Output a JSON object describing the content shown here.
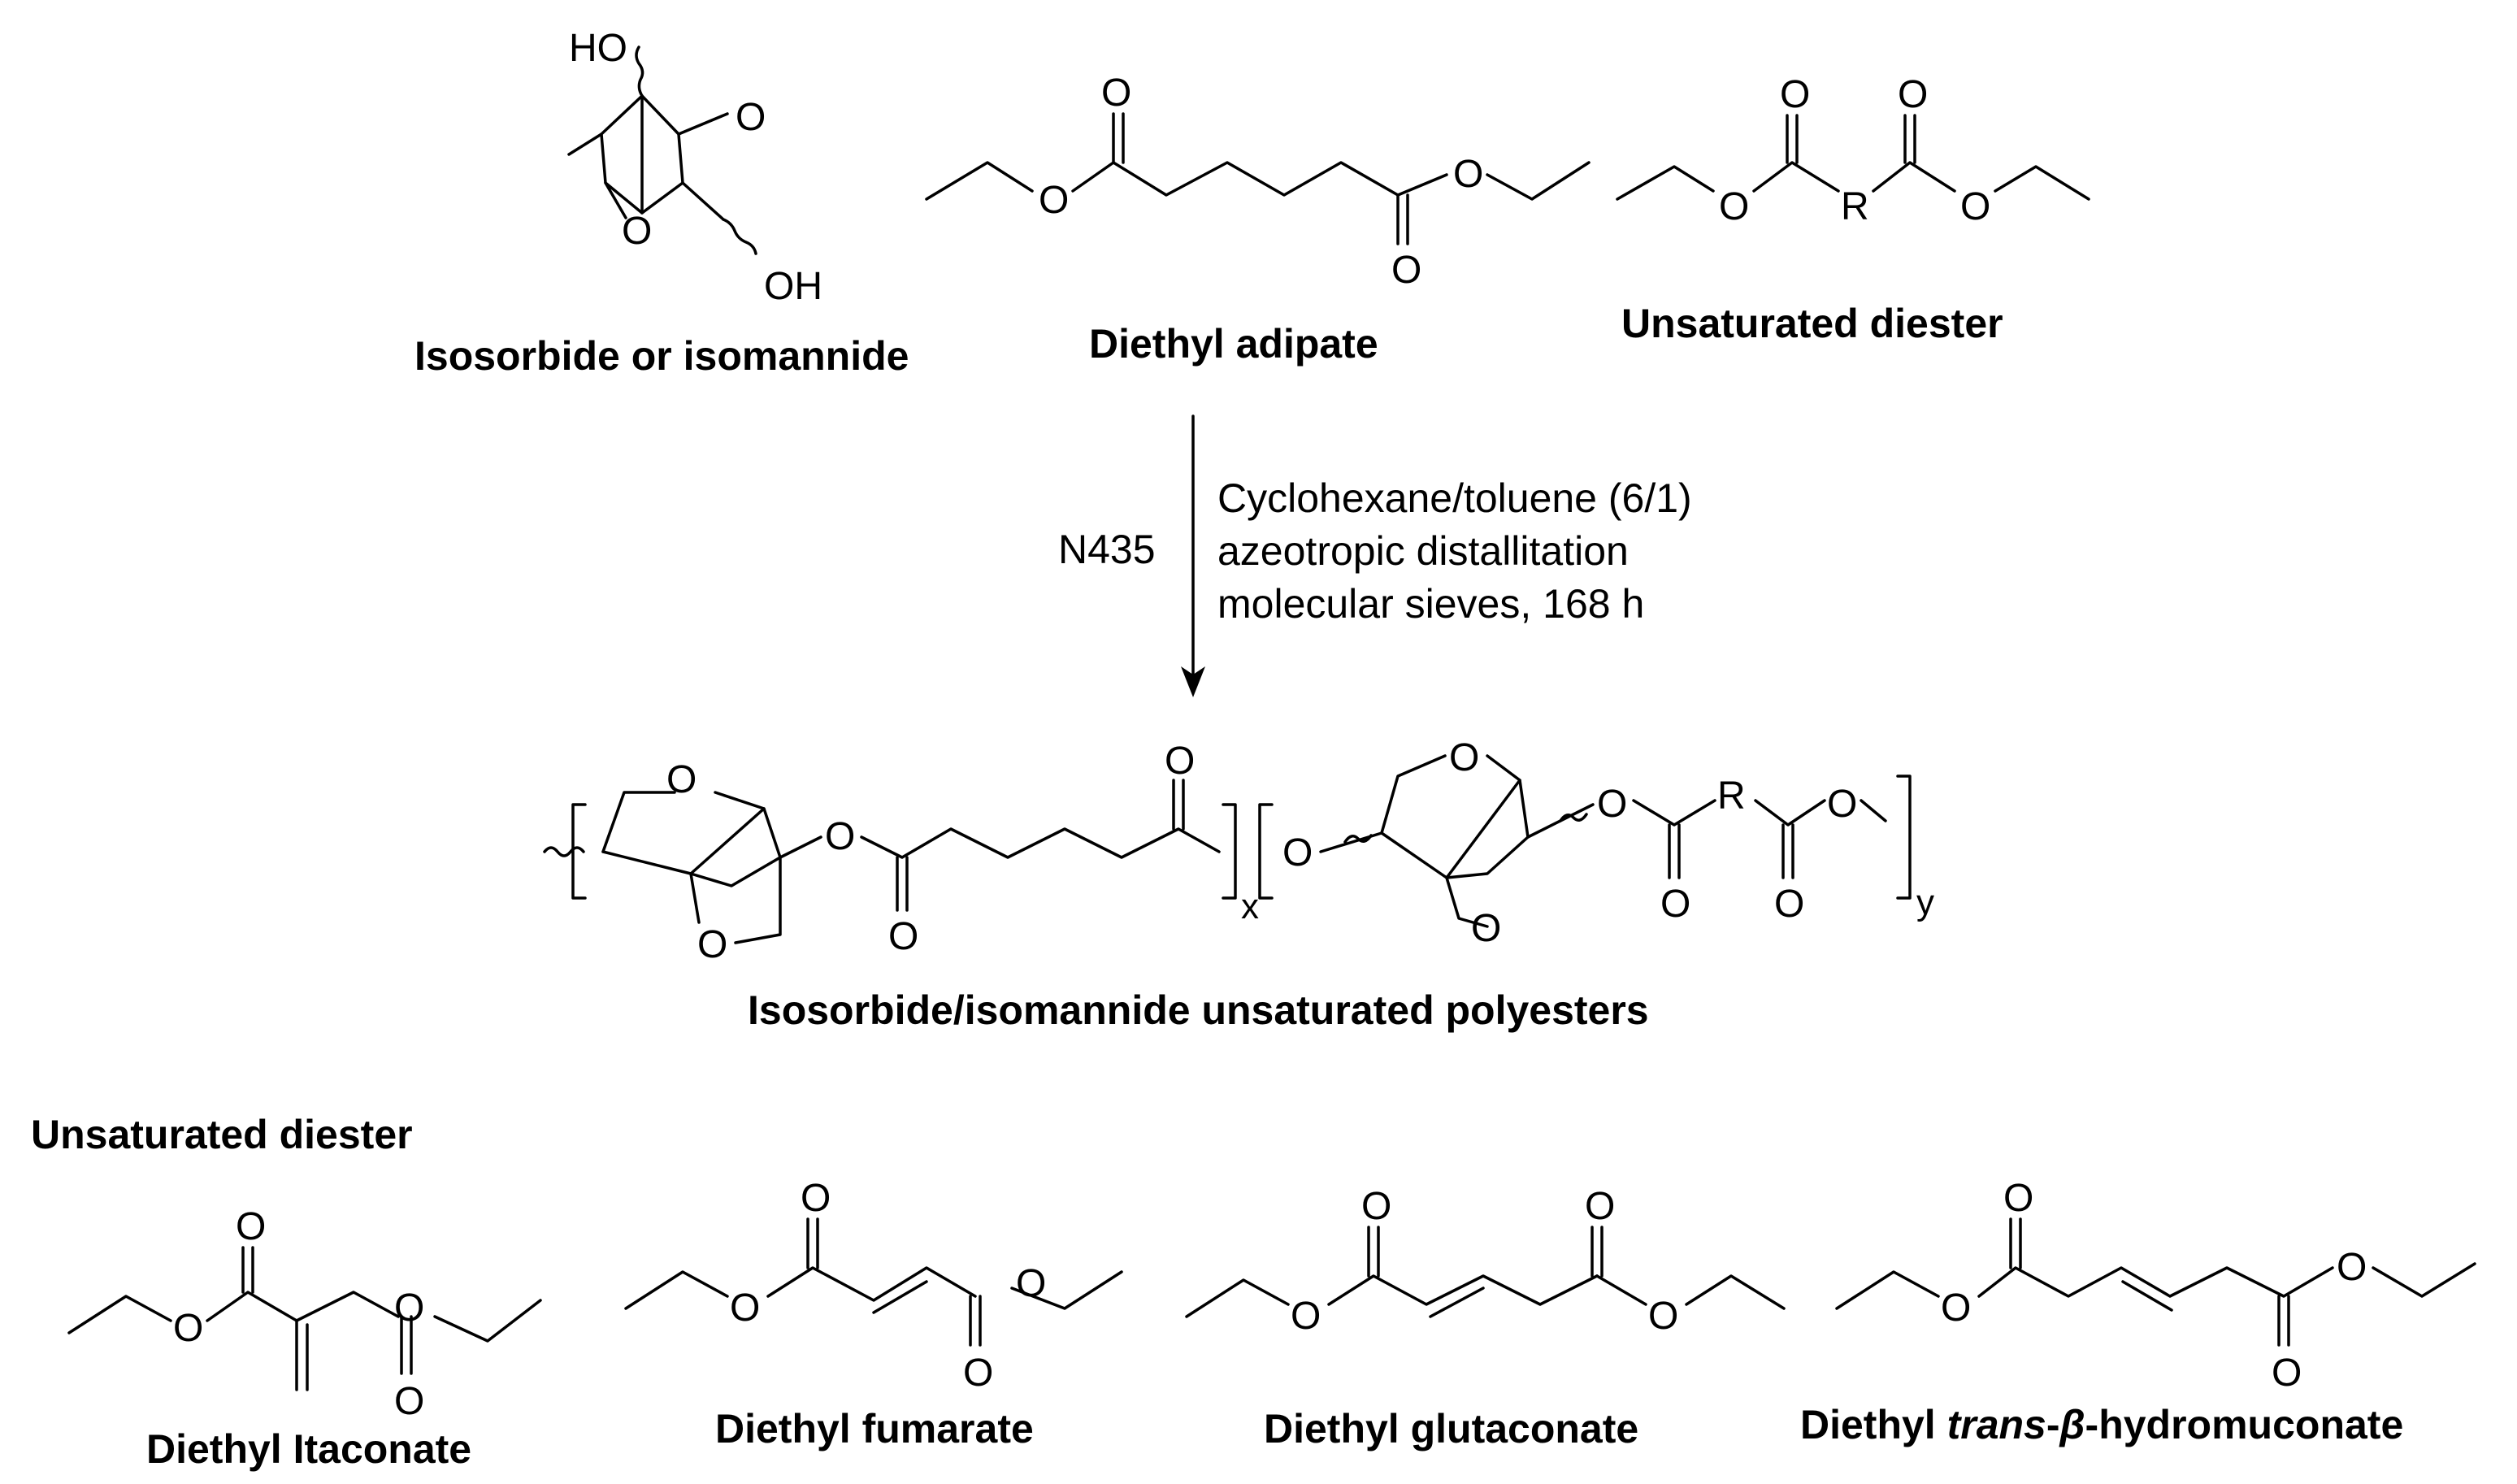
{
  "labels": {
    "isosorbide": "Isosorbide or isomannide",
    "diethyl_adipate": "Diethyl adipate",
    "unsaturated_diester_top": "Unsaturated diester",
    "polyester": "Isosorbide/isomannide unsaturated polyesters",
    "unsaturated_diester_section": "Unsaturated diester",
    "itaconate": "Diethyl Itaconate",
    "fumarate": "Diethyl fumarate",
    "glutaconate": "Diethyl glutaconate",
    "hydromuconate_prefix": "Diethyl ",
    "hydromuconate_trans": "trans",
    "hydromuconate_dash": "-",
    "hydromuconate_beta": "β",
    "hydromuconate_suffix": "-hydromuconate"
  },
  "reaction": {
    "catalyst": "N435",
    "conditions": [
      "Cyclohexane/toluene (6/1)",
      "azeotropic distallitation",
      "molecular sieves, 168 h"
    ]
  },
  "atoms": {
    "ho": "HO",
    "oh": "OH",
    "o": "O",
    "r": "R",
    "x": "x",
    "y": "y"
  }
}
